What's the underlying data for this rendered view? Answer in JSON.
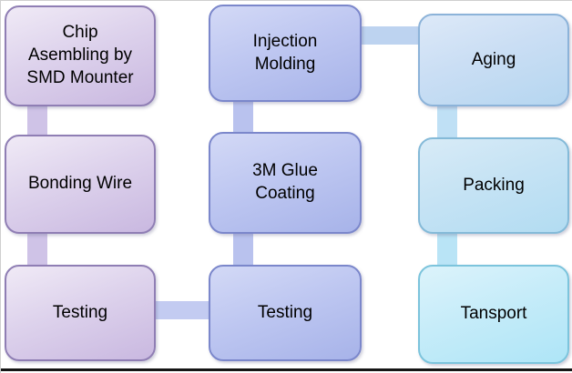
{
  "diagram": {
    "type": "flowchart",
    "nodes": [
      {
        "id": "chip-assembling",
        "label": "Chip\nAsembling by\nSMD Mounter",
        "column": 1,
        "row": 1
      },
      {
        "id": "bonding-wire",
        "label": "Bonding Wire",
        "column": 1,
        "row": 2
      },
      {
        "id": "testing-left",
        "label": "Testing",
        "column": 1,
        "row": 3
      },
      {
        "id": "injection-molding",
        "label": "Injection\nMolding",
        "column": 2,
        "row": 1
      },
      {
        "id": "glue-coating",
        "label": "3M Glue\nCoating",
        "column": 2,
        "row": 2
      },
      {
        "id": "testing-middle",
        "label": "Testing",
        "column": 2,
        "row": 3
      },
      {
        "id": "aging",
        "label": "Aging",
        "column": 3,
        "row": 1
      },
      {
        "id": "packing",
        "label": "Packing",
        "column": 3,
        "row": 2
      },
      {
        "id": "transport",
        "label": "Tansport",
        "column": 3,
        "row": 3
      }
    ],
    "connections": [
      {
        "from": "chip-assembling",
        "to": "bonding-wire"
      },
      {
        "from": "bonding-wire",
        "to": "testing-left"
      },
      {
        "from": "testing-left",
        "to": "testing-middle"
      },
      {
        "from": "testing-middle",
        "to": "glue-coating"
      },
      {
        "from": "glue-coating",
        "to": "injection-molding"
      },
      {
        "from": "injection-molding",
        "to": "aging"
      },
      {
        "from": "aging",
        "to": "packing"
      },
      {
        "from": "packing",
        "to": "transport"
      }
    ],
    "colors": {
      "column1_fill_light": "#f0eaf6",
      "column1_fill_dark": "#c9b8e0",
      "column1_border": "#8f7eb4",
      "column2_fill_light": "#d3d9f6",
      "column2_fill_dark": "#a7b3e9",
      "column2_border": "#7b87cb",
      "aging_fill_light": "#dde9f8",
      "aging_fill_dark": "#b5d6f0",
      "aging_border": "#8cb3d9",
      "packing_fill_light": "#d8ebf7",
      "packing_fill_dark": "#b2dcf2",
      "packing_border": "#84bad8",
      "transport_fill_light": "#dcf3fb",
      "transport_fill_dark": "#aee5f7",
      "transport_border": "#7cc4dc",
      "connector_purple": "#cfc3e7",
      "connector_periwinkle": "#b9c2ee",
      "connector_blue": "#bfe0f5",
      "text": "#000000",
      "background": "#ffffff",
      "bottom_rule": "#151515"
    }
  }
}
